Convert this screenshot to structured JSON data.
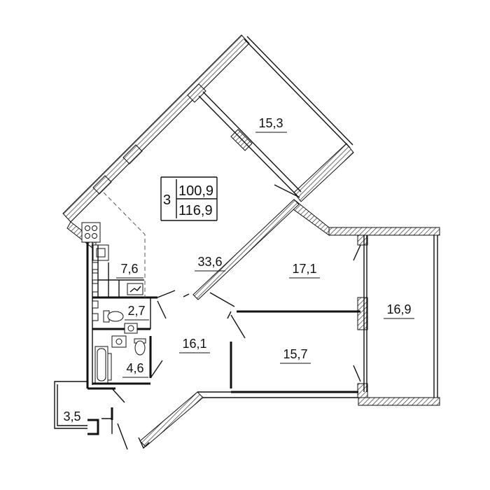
{
  "plan": {
    "room_count": "3",
    "living_area": "100,9",
    "total_area": "116,9",
    "rooms": [
      {
        "id": "bedroom-top",
        "area": "15,3"
      },
      {
        "id": "living-room",
        "area": "33,6"
      },
      {
        "id": "bedroom-middle",
        "area": "17,1"
      },
      {
        "id": "balcony-right",
        "area": "16,9"
      },
      {
        "id": "kitchen",
        "area": "7,6"
      },
      {
        "id": "wc",
        "area": "2,7"
      },
      {
        "id": "hallway",
        "area": "16,1"
      },
      {
        "id": "bedroom-bottom",
        "area": "15,7"
      },
      {
        "id": "bathroom",
        "area": "4,6"
      },
      {
        "id": "balcony-left",
        "area": "3,5"
      }
    ]
  }
}
